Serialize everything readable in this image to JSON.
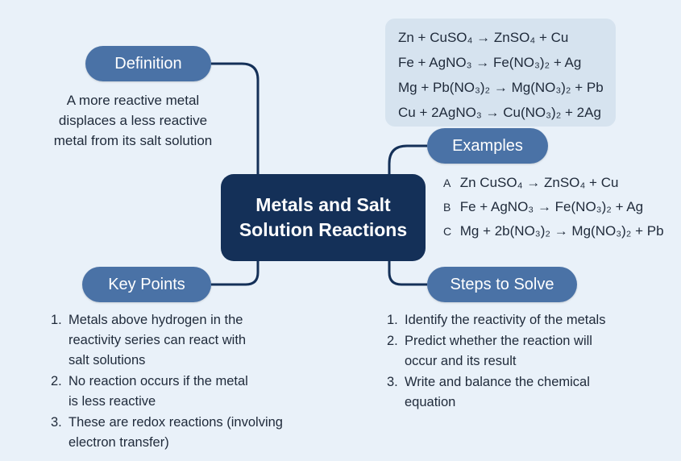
{
  "center_title": [
    "Metals and Salt",
    "Solution Reactions"
  ],
  "definition": {
    "label": "Definition",
    "text_lines": [
      "A more reactive metal",
      "displaces a less reactive",
      "metal from its salt solution"
    ]
  },
  "examples": {
    "label": "Examples",
    "equations": [
      "Zn + CuSO₄  →  ZnSO₄ + Cu",
      "Fe + AgNO₃  →  Fe(NO₃)₂ + Ag",
      "Mg + Pb(NO₃)₂ →  Mg(NO₃)₂ + Pb",
      "Cu + 2AgNO₃ →  Cu(NO₃)₂ + 2Ag"
    ],
    "items": [
      {
        "letter": "A",
        "text": "Zn CuSO₄ → ZnSO₄ + Cu"
      },
      {
        "letter": "B",
        "text": "Fe + AgNO₃ → Fe(NO₃)₂ + Ag"
      },
      {
        "letter": "C",
        "text": "Mg + 2b(NO₃)₂ → Mg(NO₃)₂ + Pb"
      }
    ]
  },
  "key_points": {
    "label": "Key Points",
    "items": [
      {
        "num": "1.",
        "lines": [
          "Metals above hydrogen in the",
          "reactivity series can react with",
          "salt solutions"
        ]
      },
      {
        "num": "2.",
        "lines": [
          "No reaction occurs if the metal",
          "is less reactive"
        ]
      },
      {
        "num": "3.",
        "lines": [
          "These are redox reactions (involving",
          "electron transfer)"
        ]
      }
    ]
  },
  "steps": {
    "label": "Steps to Solve",
    "items": [
      {
        "num": "1.",
        "lines": [
          "Identify the reactivity of the metals"
        ]
      },
      {
        "num": "2.",
        "lines": [
          "Predict whether the reaction will",
          "occur and its result"
        ]
      },
      {
        "num": "3.",
        "lines": [
          "Write and balance the chemical",
          "equation"
        ]
      }
    ]
  },
  "colors": {
    "background": "#e9f1f9",
    "pill": "#4a72a6",
    "center": "#143058",
    "connector": "#143058",
    "equation_box": "#d6e3ef"
  }
}
